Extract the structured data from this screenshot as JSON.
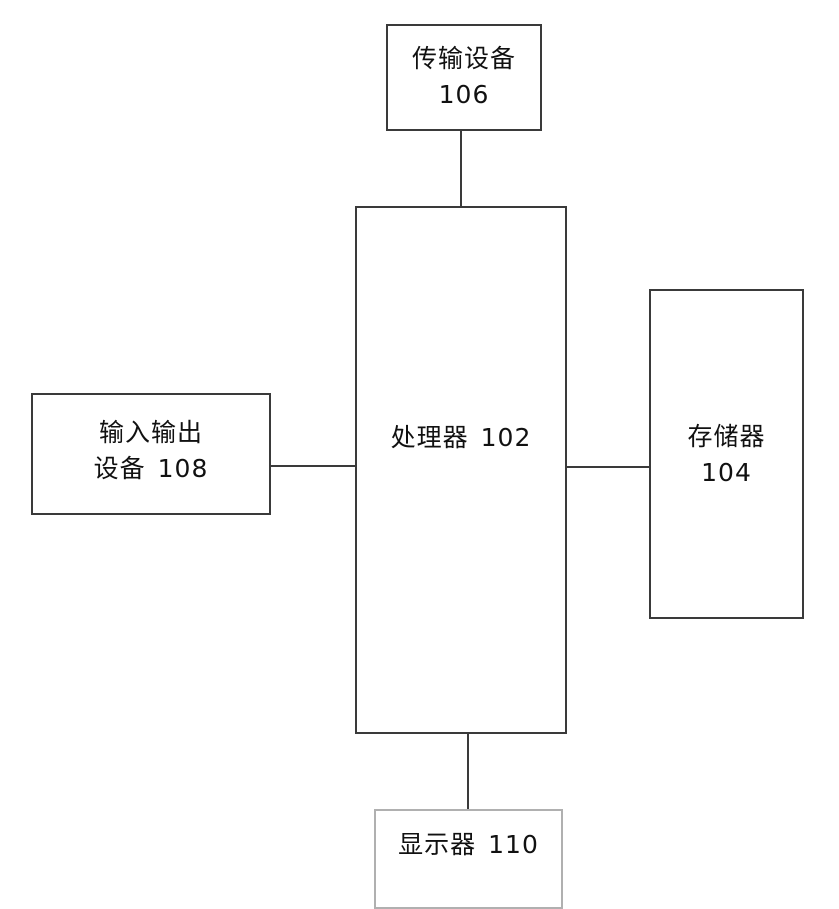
{
  "diagram": {
    "nodes": {
      "transmission": {
        "line1": "传输设备",
        "line2": "106"
      },
      "processor": {
        "label": "处理器",
        "number": "102"
      },
      "io": {
        "line1": "输入输出",
        "line2_label": "设备",
        "line2_number": "108"
      },
      "storage": {
        "line1": "存储器",
        "line2": "104"
      },
      "display": {
        "label": "显示器",
        "number": "110"
      }
    },
    "edges": [
      [
        "processor",
        "transmission"
      ],
      [
        "processor",
        "io"
      ],
      [
        "processor",
        "storage"
      ],
      [
        "processor",
        "display"
      ]
    ]
  }
}
